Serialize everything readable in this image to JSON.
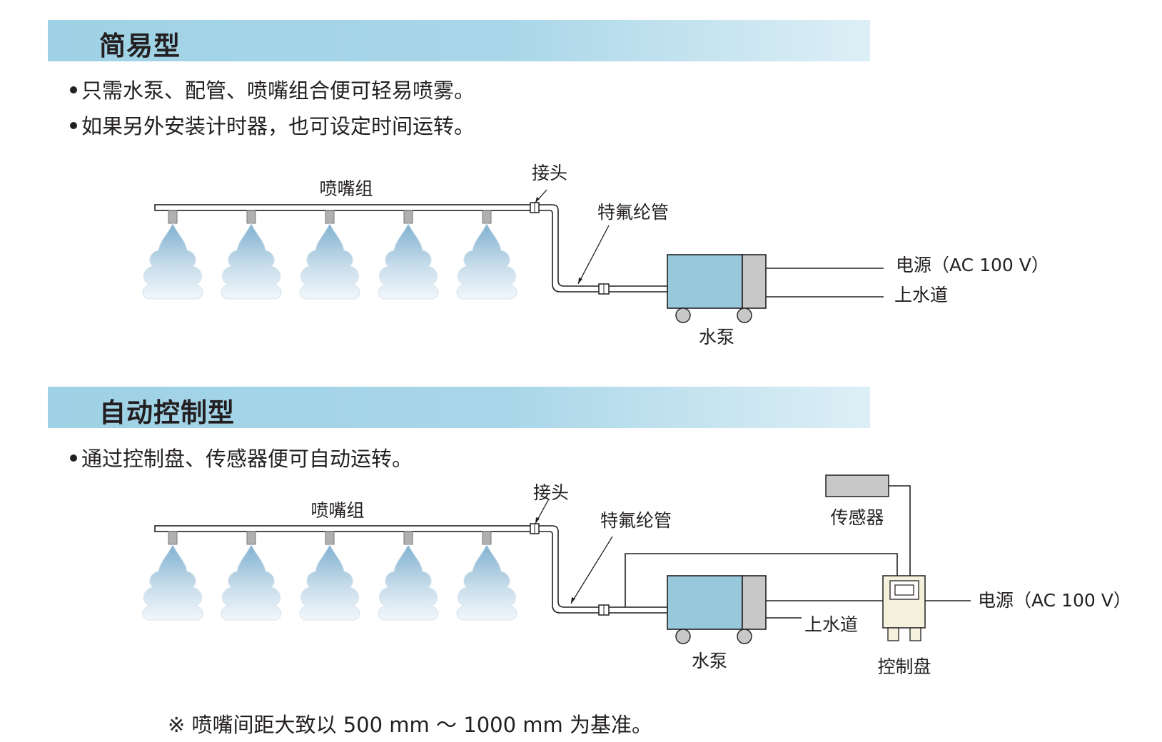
{
  "section1": {
    "title": "简易型",
    "bullets": [
      "只需水泵、配管、喷嘴组合便可轻易喷雾。",
      "如果另外安装计时器，也可设定时间运转。"
    ],
    "labels": {
      "nozzle_group": "喷嘴组",
      "joint": "接头",
      "ptfe_tube": "特氟纶管",
      "power": "电源（AC 100 V）",
      "water_supply": "上水道",
      "pump": "水泵"
    }
  },
  "section2": {
    "title": "自动控制型",
    "bullets": [
      "通过控制盘、传感器便可自动运转。"
    ],
    "labels": {
      "nozzle_group": "喷嘴组",
      "joint": "接头",
      "ptfe_tube": "特氟纶管",
      "sensor": "传感器",
      "power": "电源（AC 100 V）",
      "water_supply": "上水道",
      "pump": "水泵",
      "control_panel": "控制盘"
    }
  },
  "footnote": "※ 喷嘴间距大致以 500 mm ～ 1000 mm 为基准。",
  "colors": {
    "banner": "#a8d6e8",
    "pump_body": "#98c8dc",
    "pump_side": "#c8c8c8",
    "sensor": "#c8c8c8",
    "control_panel": "#f4f2dc",
    "spray": "#a8c8de"
  }
}
